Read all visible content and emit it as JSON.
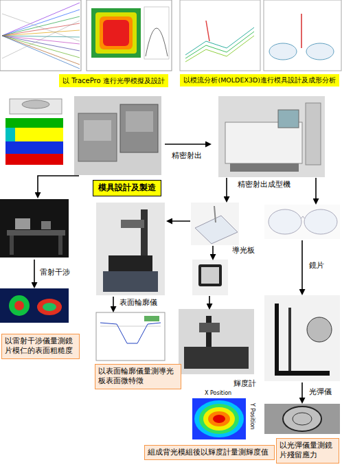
{
  "diagram": {
    "nodes": [
      {
        "text": [
          "以 TracePro 進行光學模擬及設計"
        ]
      },
      {
        "text": [
          "以模流分析(MOLDEX3D)進行模具設計及成形分析"
        ]
      },
      {
        "text": [
          "模具設計及製造"
        ]
      },
      {
        "text": [
          "以雷射干涉儀量測鏡片模仁的表面粗糙度"
        ]
      },
      {
        "text": [
          "以表面輪廓儀量測導光板表面微特徵"
        ]
      },
      {
        "text": [
          "組成背光模組後以輝度計量測輝度值"
        ]
      },
      {
        "text": [
          "以光彈儀量測鏡片殘留應力"
        ]
      }
    ],
    "labels": [
      "精密射出",
      "精密射出成型機",
      "雷射干涉",
      "表面輪廓儀",
      "導光板",
      "鏡片",
      "輝度計",
      "光彈儀",
      "X Position",
      "Y Position"
    ]
  }
}
